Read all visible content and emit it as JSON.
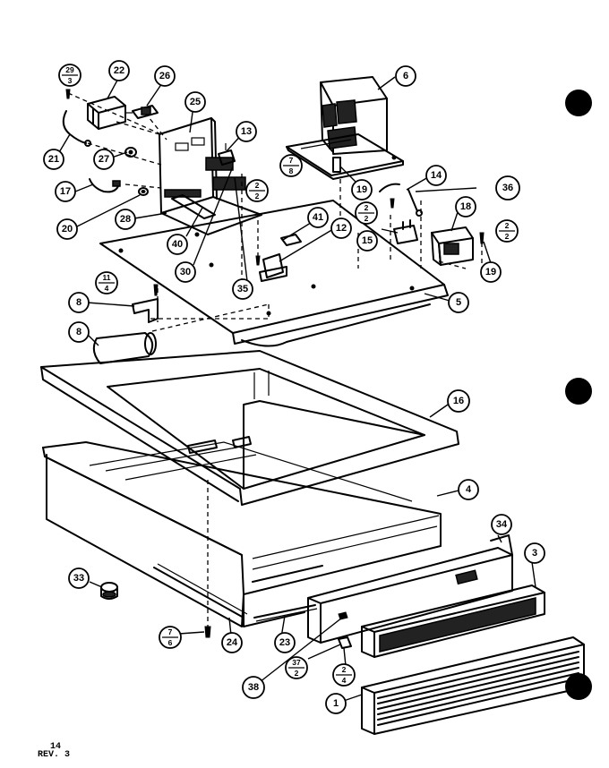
{
  "callouts": {
    "c1": "1",
    "c3": "3",
    "c4": "4",
    "c5": "5",
    "c6": "6",
    "c8a": "8",
    "c8b": "8",
    "c12": "12",
    "c13": "13",
    "c14": "14",
    "c15": "15",
    "c16": "16",
    "c17": "17",
    "c18": "18",
    "c19a": "19",
    "c19b": "19",
    "c20": "20",
    "c21": "21",
    "c22": "22",
    "c23": "23",
    "c24": "24",
    "c25": "25",
    "c26": "26",
    "c27": "27",
    "c28": "28",
    "c30": "30",
    "c33": "33",
    "c34": "34",
    "c35": "35",
    "c36": "36",
    "c38": "38",
    "c40": "40",
    "c41": "41"
  },
  "fractions": {
    "f29_3": {
      "num": "29",
      "den": "3"
    },
    "f7_8": {
      "num": "7",
      "den": "8"
    },
    "f2_2a": {
      "num": "2",
      "den": "2"
    },
    "f2_2b": {
      "num": "2",
      "den": "2"
    },
    "f2_2c": {
      "num": "2",
      "den": "2"
    },
    "f11_4": {
      "num": "11",
      "den": "4"
    },
    "f7_6": {
      "num": "7",
      "den": "6"
    },
    "f37_2": {
      "num": "37",
      "den": "2"
    },
    "f2_4": {
      "num": "2",
      "den": "4"
    }
  },
  "footer": {
    "page": "14",
    "rev": "REV.  3"
  }
}
